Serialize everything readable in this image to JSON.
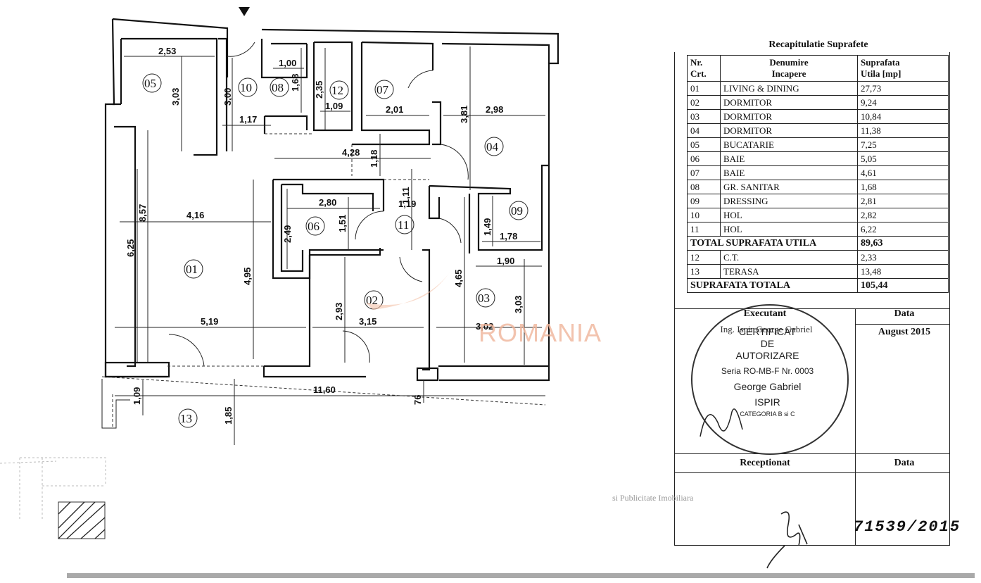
{
  "plan": {
    "rooms": [
      "05",
      "10",
      "08",
      "12",
      "07",
      "04",
      "01",
      "06",
      "11",
      "09",
      "02",
      "03",
      "13"
    ],
    "dims": [
      "2,53",
      "3,03",
      "3,00",
      "1,00",
      "1,68",
      "1,17",
      "2,35",
      "1,09",
      "2,01",
      "3,81",
      "2,98",
      "4,28",
      "1,18",
      "8,57",
      "6,25",
      "4,16",
      "2,80",
      "1,11",
      "1,19",
      "2,49",
      "1,51",
      "1,49",
      "1,78",
      "4,95",
      "1,90",
      "4,65",
      "2,93",
      "3,03",
      "5,19",
      "3,15",
      "3,02",
      "11,60",
      "1,09",
      "1,85",
      "76"
    ]
  },
  "watermark": "ROMANIA",
  "table": {
    "title": "Recapitulatie Suprafete",
    "headers": {
      "c1a": "Nr.",
      "c1b": "Crt.",
      "c2a": "Denumire",
      "c2b": "Incapere",
      "c3a": "Suprafata",
      "c3b": "Utila [mp]"
    },
    "rows": [
      {
        "nr": "01",
        "name": "LIVING & DINING",
        "area": "27,73"
      },
      {
        "nr": "02",
        "name": "DORMITOR",
        "area": "9,24"
      },
      {
        "nr": "03",
        "name": "DORMITOR",
        "area": "10,84"
      },
      {
        "nr": "04",
        "name": "DORMITOR",
        "area": "11,38"
      },
      {
        "nr": "05",
        "name": "BUCATARIE",
        "area": "7,25"
      },
      {
        "nr": "06",
        "name": "BAIE",
        "area": "5,05"
      },
      {
        "nr": "07",
        "name": "BAIE",
        "area": "4,61"
      },
      {
        "nr": "08",
        "name": "GR. SANITAR",
        "area": "1,68"
      },
      {
        "nr": "09",
        "name": "DRESSING",
        "area": "2,81"
      },
      {
        "nr": "10",
        "name": "HOL",
        "area": "2,82"
      },
      {
        "nr": "11",
        "name": "HOL",
        "area": "6,22"
      }
    ],
    "total_label": "TOTAL SUPRAFATA UTILA",
    "total_value": "89,63",
    "extra_rows": [
      {
        "nr": "12",
        "name": "C.T.",
        "area": "2,33"
      },
      {
        "nr": "13",
        "name": "TERASA",
        "area": "13,48"
      }
    ],
    "grand_label": "SUPRAFATA TOTALA",
    "grand_value": "105,44"
  },
  "executant": {
    "label": "Executant",
    "name": "Ing. Ispir George Gabriel",
    "date_label": "Data",
    "date": "August 2015"
  },
  "stamp": {
    "l1": "CERTIFICAT",
    "l2": "DE",
    "l3": "AUTORIZARE",
    "l4": "Seria RO-MB-F Nr. 0003",
    "l5": "George Gabriel",
    "l6": "ISPIR",
    "ring": "CATEGORIA B si C"
  },
  "receptionat": {
    "label": "Receptionat",
    "date_label": "Data",
    "registry": "71539/2015",
    "faded_text": "si Publicitate Imobiliara"
  }
}
